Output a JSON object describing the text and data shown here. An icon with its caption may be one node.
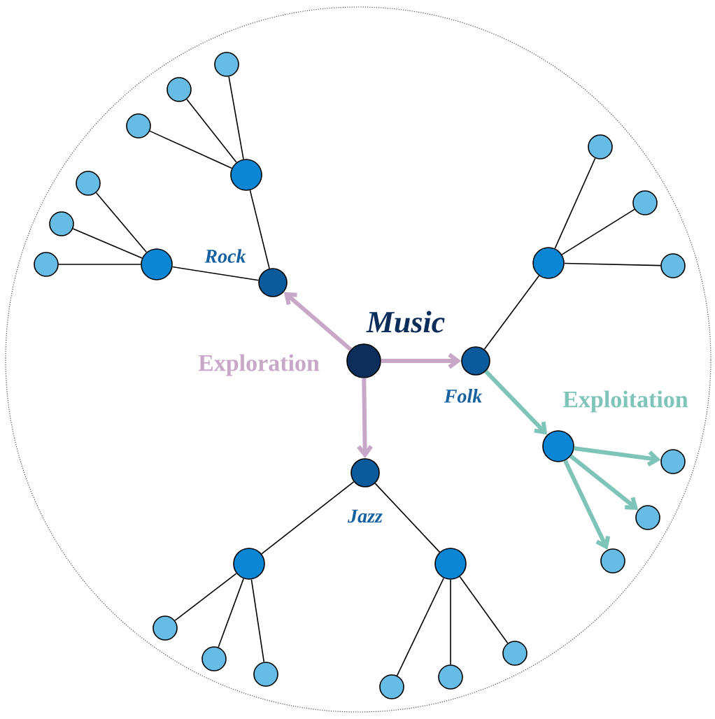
{
  "diagram": {
    "nodes": [
      {
        "text": [],
        "shape": "circle",
        "beside": [
          "Music"
        ]
      },
      {
        "text": [],
        "shape": "circle",
        "beside": [
          "Rock"
        ]
      },
      {
        "text": [],
        "shape": "circle"
      },
      {
        "text": [],
        "shape": "circle"
      },
      {
        "text": [],
        "shape": "circle"
      },
      {
        "text": [],
        "shape": "circle"
      },
      {
        "text": [],
        "shape": "circle"
      },
      {
        "text": [],
        "shape": "circle"
      },
      {
        "text": [],
        "shape": "circle"
      },
      {
        "text": [],
        "shape": "circle"
      },
      {
        "text": [],
        "shape": "circle",
        "beside": [
          "Folk"
        ]
      },
      {
        "text": [],
        "shape": "circle"
      },
      {
        "text": [],
        "shape": "circle"
      },
      {
        "text": [],
        "shape": "circle"
      },
      {
        "text": [],
        "shape": "circle"
      },
      {
        "text": [],
        "shape": "circle"
      },
      {
        "text": [],
        "shape": "circle"
      },
      {
        "text": [],
        "shape": "circle"
      },
      {
        "text": [],
        "shape": "circle"
      },
      {
        "text": [],
        "shape": "circle",
        "beside": [
          "Jazz"
        ]
      },
      {
        "text": [],
        "shape": "circle"
      },
      {
        "text": [],
        "shape": "circle"
      },
      {
        "text": [],
        "shape": "circle"
      },
      {
        "text": [],
        "shape": "circle"
      },
      {
        "text": [],
        "shape": "circle"
      },
      {
        "text": [],
        "shape": "circle"
      },
      {
        "text": [],
        "shape": "circle"
      },
      {
        "text": [],
        "shape": "circle"
      }
    ],
    "edges": [
      {
        "from": 0,
        "to": 1,
        "arrow": "to",
        "style": "thick",
        "color": "#c8a8c8"
      },
      {
        "from": 0,
        "to": 10,
        "arrow": "to",
        "style": "thick",
        "color": "#c8a8c8"
      },
      {
        "from": 0,
        "to": 19,
        "arrow": "to",
        "style": "thick",
        "color": "#c8a8c8"
      },
      {
        "from": 1,
        "to": 2,
        "arrow": "none"
      },
      {
        "from": 2,
        "to": 3,
        "arrow": "none"
      },
      {
        "from": 2,
        "to": 4,
        "arrow": "none"
      },
      {
        "from": 2,
        "to": 5,
        "arrow": "none"
      },
      {
        "from": 1,
        "to": 6,
        "arrow": "none"
      },
      {
        "from": 6,
        "to": 7,
        "arrow": "none"
      },
      {
        "from": 6,
        "to": 8,
        "arrow": "none"
      },
      {
        "from": 6,
        "to": 9,
        "arrow": "none"
      },
      {
        "from": 10,
        "to": 11,
        "arrow": "none"
      },
      {
        "from": 11,
        "to": 12,
        "arrow": "none"
      },
      {
        "from": 11,
        "to": 13,
        "arrow": "none"
      },
      {
        "from": 11,
        "to": 14,
        "arrow": "none"
      },
      {
        "from": 10,
        "to": 15,
        "arrow": "to",
        "style": "thick",
        "color": "#7fc4b8"
      },
      {
        "from": 15,
        "to": 16,
        "arrow": "to",
        "style": "thick",
        "color": "#7fc4b8"
      },
      {
        "from": 15,
        "to": 17,
        "arrow": "to",
        "style": "thick",
        "color": "#7fc4b8"
      },
      {
        "from": 15,
        "to": 18,
        "arrow": "to",
        "style": "thick",
        "color": "#7fc4b8"
      },
      {
        "from": 19,
        "to": 20,
        "arrow": "none"
      },
      {
        "from": 20,
        "to": 21,
        "arrow": "none"
      },
      {
        "from": 20,
        "to": 22,
        "arrow": "none"
      },
      {
        "from": 20,
        "to": 23,
        "arrow": "none"
      },
      {
        "from": 19,
        "to": 24,
        "arrow": "none"
      },
      {
        "from": 24,
        "to": 25,
        "arrow": "none"
      },
      {
        "from": 24,
        "to": 26,
        "arrow": "none"
      },
      {
        "from": 24,
        "to": 27,
        "arrow": "none"
      }
    ],
    "labels": [
      "Exploration",
      "Exploitation"
    ]
  }
}
